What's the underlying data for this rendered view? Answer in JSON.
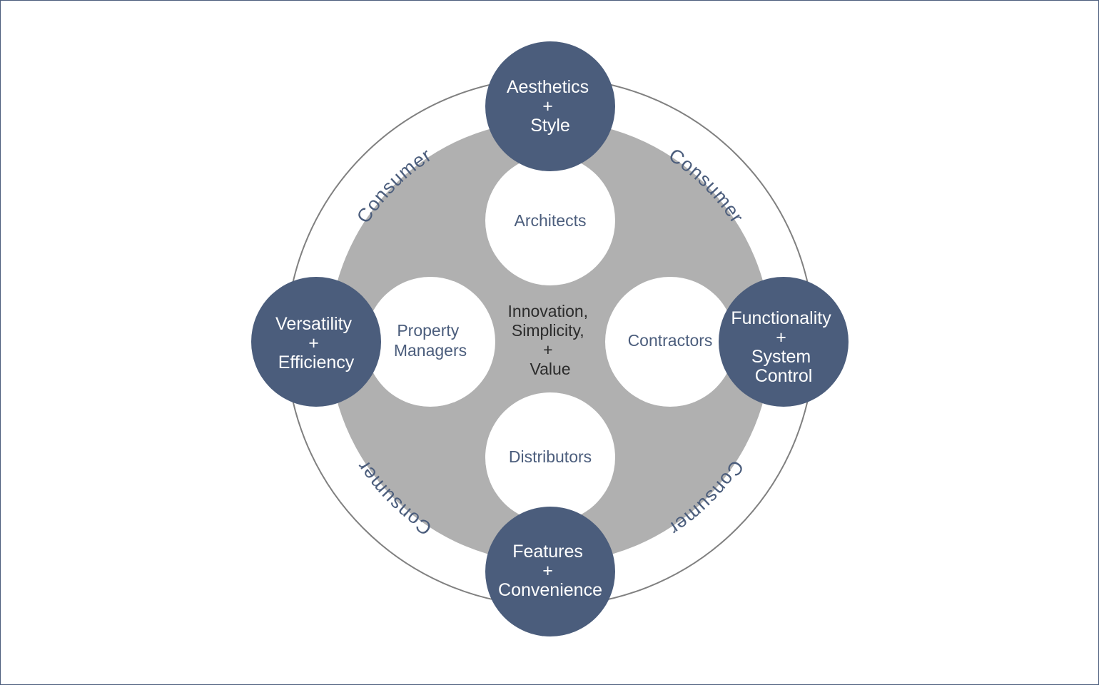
{
  "diagram": {
    "center": [
      "Innovation,",
      "Simplicity,",
      "+",
      "Value"
    ],
    "ring_label": "Consumer",
    "inner_nodes": {
      "top": [
        "Architects"
      ],
      "left": [
        "Property",
        "Managers"
      ],
      "right": [
        "Contractors"
      ],
      "bottom": [
        "Distributors"
      ]
    },
    "outer_nodes": {
      "top": [
        "Aesthetics",
        "+",
        "Style"
      ],
      "left": [
        "Versatility",
        "+",
        "Efficiency"
      ],
      "right": [
        "Functionality",
        "+",
        "System",
        "Control"
      ],
      "bottom": [
        "Features",
        "+",
        "Convenience"
      ]
    },
    "colors": {
      "navy": "#4b5d7c",
      "gray_disc": "#b0b0b0",
      "ring_stroke": "#808080",
      "white": "#ffffff"
    }
  }
}
